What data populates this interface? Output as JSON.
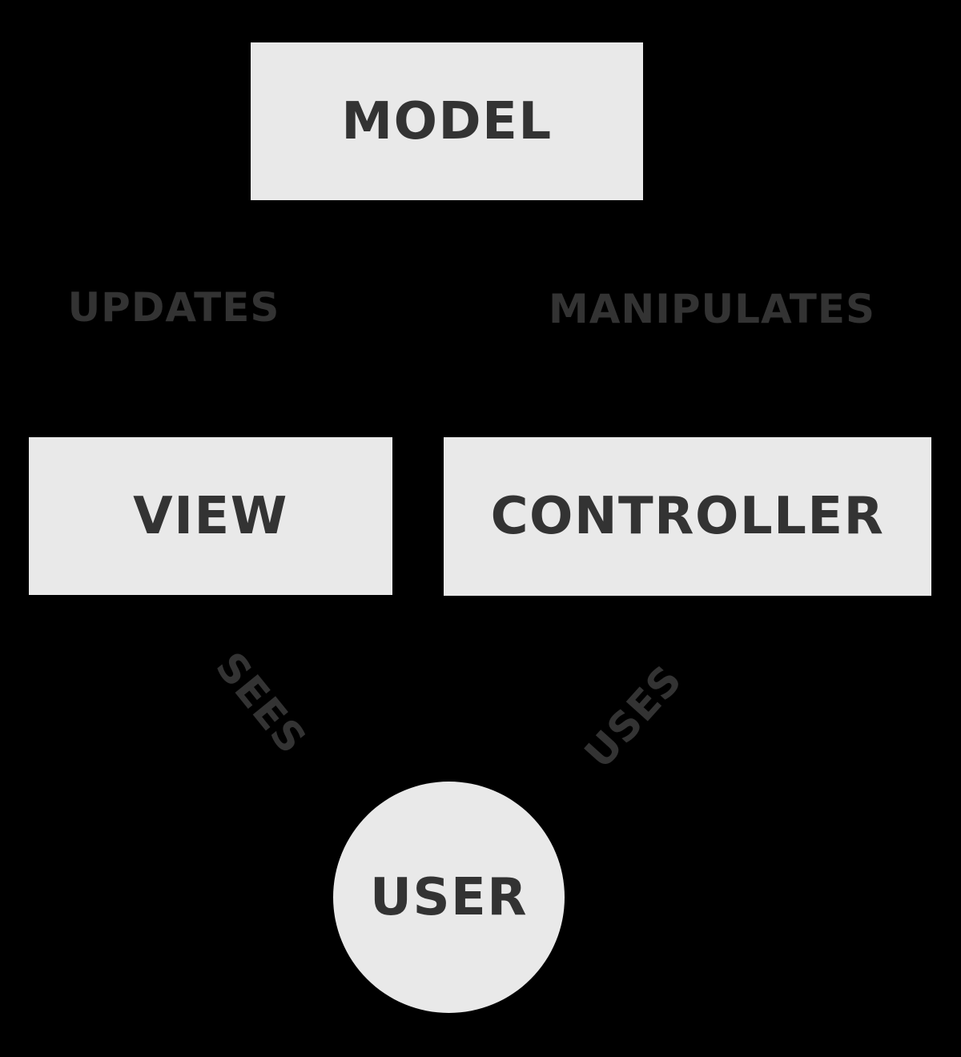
{
  "diagram": {
    "title": "Model-View-Controller pattern diagram",
    "colors": {
      "background": "#000000",
      "shape_fill": "#e9e9e9",
      "text": "#333333"
    },
    "nodes": [
      {
        "id": "model",
        "label": "MODEL",
        "shape": "rectangle"
      },
      {
        "id": "view",
        "label": "VIEW",
        "shape": "rectangle"
      },
      {
        "id": "controller",
        "label": "CONTROLLER",
        "shape": "rectangle"
      },
      {
        "id": "user",
        "label": "USER",
        "shape": "circle"
      }
    ],
    "edge_labels": [
      {
        "id": "updates",
        "label": "UPDATES",
        "from": "model",
        "to": "view",
        "rotation_deg": 0
      },
      {
        "id": "manipulates",
        "label": "MANIPULATES",
        "from": "controller",
        "to": "model",
        "rotation_deg": 0
      },
      {
        "id": "sees",
        "label": "SEES",
        "from": "user",
        "to": "view",
        "rotation_deg": 51
      },
      {
        "id": "uses",
        "label": "USES",
        "from": "user",
        "to": "controller",
        "rotation_deg": -48
      }
    ]
  }
}
